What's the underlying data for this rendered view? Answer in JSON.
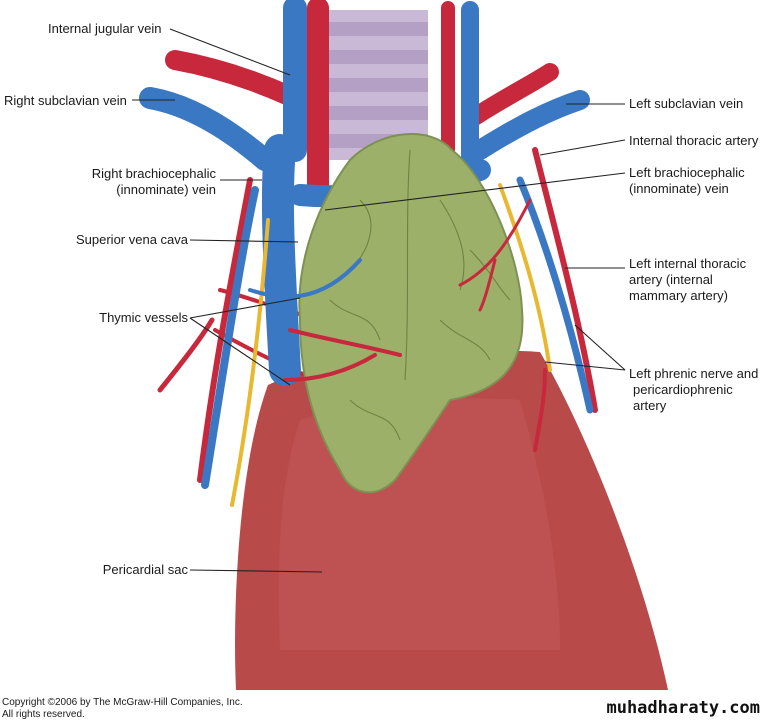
{
  "labels": {
    "internal_jugular_vein": "Internal jugular vein",
    "right_subclavian_vein": "Right subclavian vein",
    "right_brachiocephalic_1": "Right brachiocephalic",
    "right_brachiocephalic_2": "(innominate) vein",
    "superior_vena_cava": "Superior vena cava",
    "thymic_vessels": "Thymic vessels",
    "pericardial_sac": "Pericardial sac",
    "left_subclavian_vein": "Left subclavian vein",
    "internal_thoracic_artery": "Internal thoracic artery",
    "left_brachiocephalic_1": "Left brachiocephalic",
    "left_brachiocephalic_2": "(innominate) vein",
    "left_internal_thoracic_1": "Left internal thoracic",
    "left_internal_thoracic_2": "artery (internal",
    "left_internal_thoracic_3": "mammary artery)",
    "left_phrenic_1": "Left phrenic nerve and",
    "left_phrenic_2": "pericardiophrenic",
    "left_phrenic_3": "artery"
  },
  "footer": {
    "copyright_1": "Copyright ©2006 by The McGraw-Hill Companies, Inc.",
    "copyright_2": "All rights reserved.",
    "watermark": "muhadharaty.com"
  },
  "colors": {
    "vein": "#3a78c4",
    "artery": "#c8283c",
    "thymus": "#9cb06a",
    "pericardium": "#b84a4a",
    "nerve": "#e8b830",
    "trachea": "#c9b8d6"
  }
}
